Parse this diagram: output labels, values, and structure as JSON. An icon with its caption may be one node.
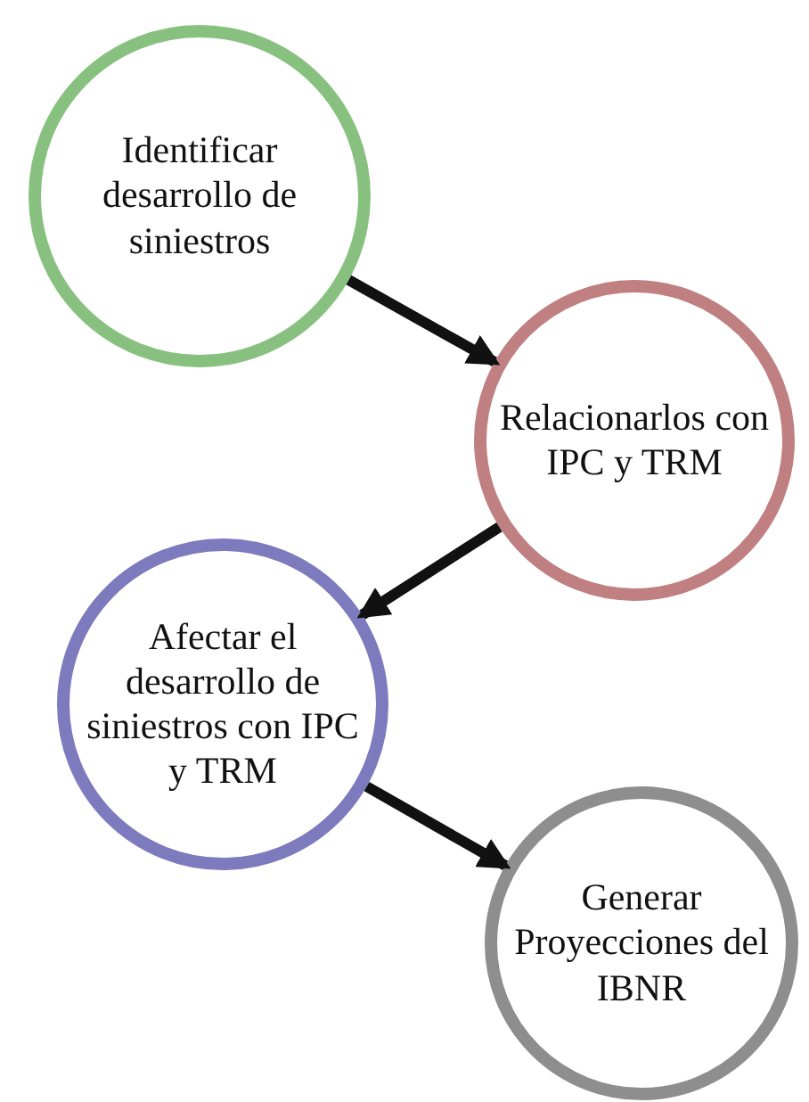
{
  "diagram": {
    "nodes": [
      {
        "text": [
          "Identificar desarrollo de siniestros"
        ]
      },
      {
        "text": [
          "Relacionarlos con IPC y TRM"
        ]
      },
      {
        "text": [
          "Afectar el desarrollo de siniestros con IPC y TRM"
        ]
      },
      {
        "text": [
          "Generar Proyecciones del IBNR"
        ]
      }
    ],
    "edges": [
      {
        "from": 0,
        "to": 1,
        "arrow": "to"
      },
      {
        "from": 1,
        "to": 2,
        "arrow": "to"
      },
      {
        "from": 2,
        "to": 3,
        "arrow": "to"
      }
    ]
  }
}
